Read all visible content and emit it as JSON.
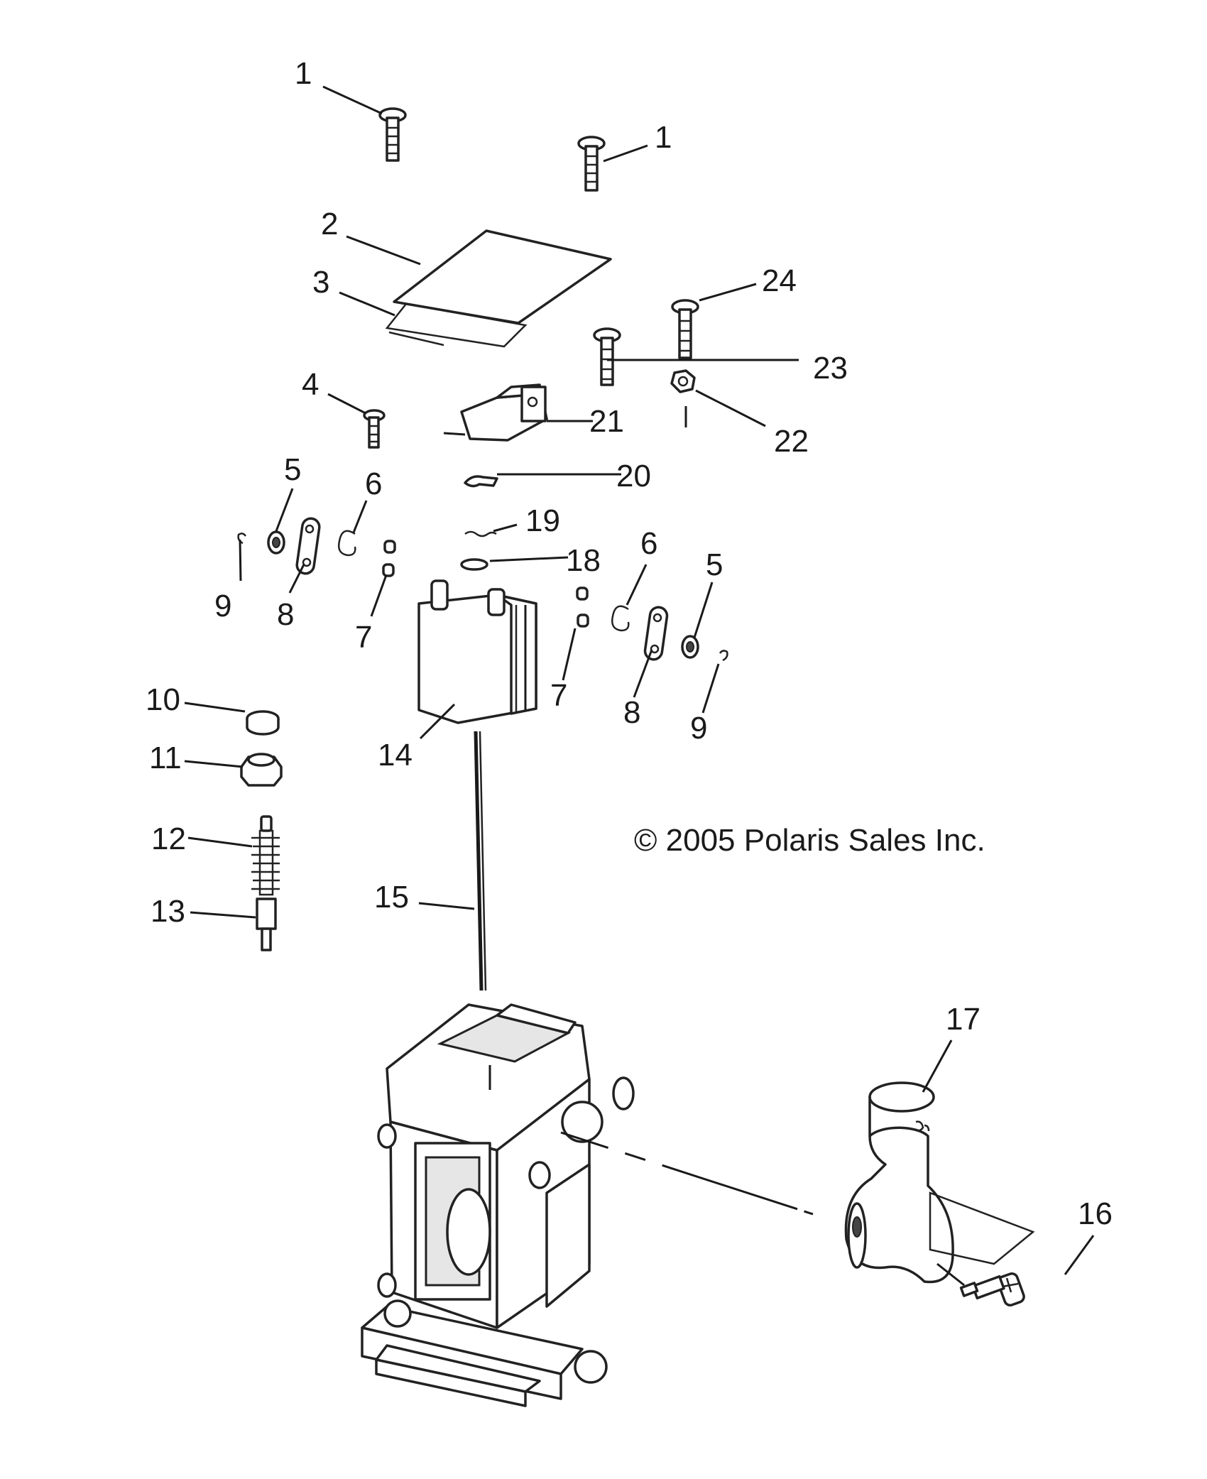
{
  "copyright": "© 2005 Polaris Sales Inc.",
  "callouts": {
    "c1a": "1",
    "c1b": "1",
    "c2": "2",
    "c3": "3",
    "c4": "4",
    "c5a": "5",
    "c5b": "5",
    "c6a": "6",
    "c6b": "6",
    "c7a": "7",
    "c7b": "7",
    "c8a": "8",
    "c8b": "8",
    "c9a": "9",
    "c9b": "9",
    "c10": "10",
    "c11": "11",
    "c12": "12",
    "c13": "13",
    "c14": "14",
    "c15": "15",
    "c16": "16",
    "c17": "17",
    "c18": "18",
    "c19": "19",
    "c20": "20",
    "c21": "21",
    "c22": "22",
    "c23": "23",
    "c24": "24"
  },
  "colors": {
    "line": "#1a1a1a",
    "background": "#ffffff"
  }
}
